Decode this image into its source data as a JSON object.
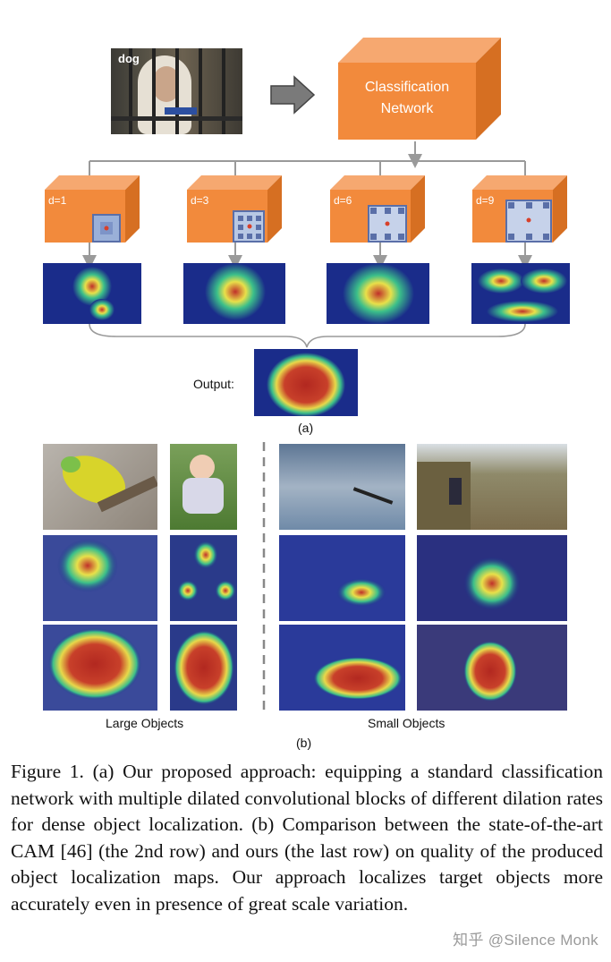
{
  "figure_a": {
    "input_label": "dog",
    "network_label_line1": "Classification",
    "network_label_line2": "Network",
    "blocks": [
      {
        "label": "d=1"
      },
      {
        "label": "d=3"
      },
      {
        "label": "d=6"
      },
      {
        "label": "d=9"
      }
    ],
    "output_label": "Output:",
    "panel_label": "(a)"
  },
  "figure_b": {
    "group_left": "Large Objects",
    "group_right": "Small Objects",
    "panel_label": "(b)"
  },
  "caption": {
    "text": "Figure 1. (a) Our proposed approach: equipping a standard classification network with multiple dilated convolutional blocks of different dilation rates for dense object localization. (b) Comparison between the state-of-the-art CAM [46] (the 2nd row) and ours (the last row) on quality of the produced object localization maps. Our approach localizes target objects more accurately even in presence of great scale variation."
  },
  "watermark": "知乎 @Silence Monk",
  "colors": {
    "cube_orange": "#f28a3c",
    "cube_top": "#f6a870",
    "cube_side": "#d66f22",
    "connector_gray": "#9a9a9a"
  }
}
